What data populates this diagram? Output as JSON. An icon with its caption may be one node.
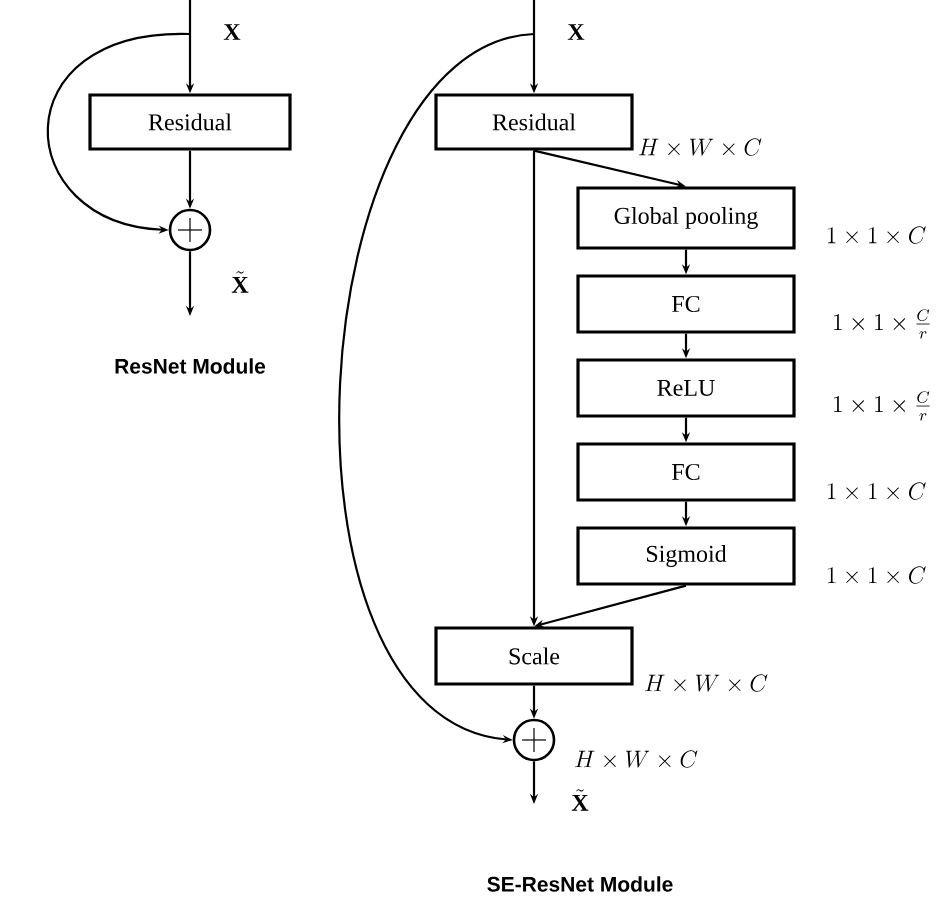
{
  "diagram": {
    "nodes": [
      {
        "text": [
          "Residual"
        ]
      },
      {
        "text": [],
        "shape": "circle"
      },
      {
        "text": [
          "Residual"
        ]
      },
      {
        "text": [
          "Global pooling"
        ]
      },
      {
        "text": [
          "FC"
        ]
      },
      {
        "text": [
          "ReLU"
        ]
      },
      {
        "text": [
          "FC"
        ]
      },
      {
        "text": [
          "Sigmoid"
        ]
      },
      {
        "text": [
          "Scale"
        ]
      },
      {
        "text": [],
        "shape": "circle"
      }
    ],
    "edges": [
      {
        "from": null,
        "to": 0,
        "arrow": "to"
      },
      {
        "from": 0,
        "to": 1,
        "arrow": "to"
      },
      {
        "from": null,
        "to": 1,
        "arrow": "to"
      },
      {
        "from": 1,
        "to": null,
        "arrow": "to"
      },
      {
        "from": null,
        "to": 2,
        "arrow": "to"
      },
      {
        "from": 2,
        "to": 3,
        "arrow": "to"
      },
      {
        "from": 3,
        "to": 4,
        "arrow": "to"
      },
      {
        "from": 4,
        "to": 5,
        "arrow": "to"
      },
      {
        "from": 5,
        "to": 6,
        "arrow": "to"
      },
      {
        "from": 6,
        "to": 7,
        "arrow": "to"
      },
      {
        "from": 7,
        "to": 8,
        "arrow": "to"
      },
      {
        "from": 2,
        "to": 8,
        "arrow": "to"
      },
      {
        "from": 8,
        "to": 9,
        "arrow": "to"
      },
      {
        "from": null,
        "to": 9,
        "arrow": "to"
      },
      {
        "from": 9,
        "to": null,
        "arrow": "to"
      }
    ],
    "labels": [
      "\\mathbf{X}",
      "\\mathbf{X}",
      "H\\times W\\times C",
      "1\\times 1\\times C",
      "\\tilde{\\mathbf{X}}",
      "1\\times 1\\times \\frac{C}{r}",
      "ResNet Module",
      "1\\times 1\\times \\frac{C}{r}",
      "1\\times 1\\times C",
      "1\\times 1\\times C",
      "H\\times W\\times C",
      "H\\times W\\times C",
      "\\tilde{\\mathbf{X}}",
      "SE-ResNet Module"
    ]
  }
}
